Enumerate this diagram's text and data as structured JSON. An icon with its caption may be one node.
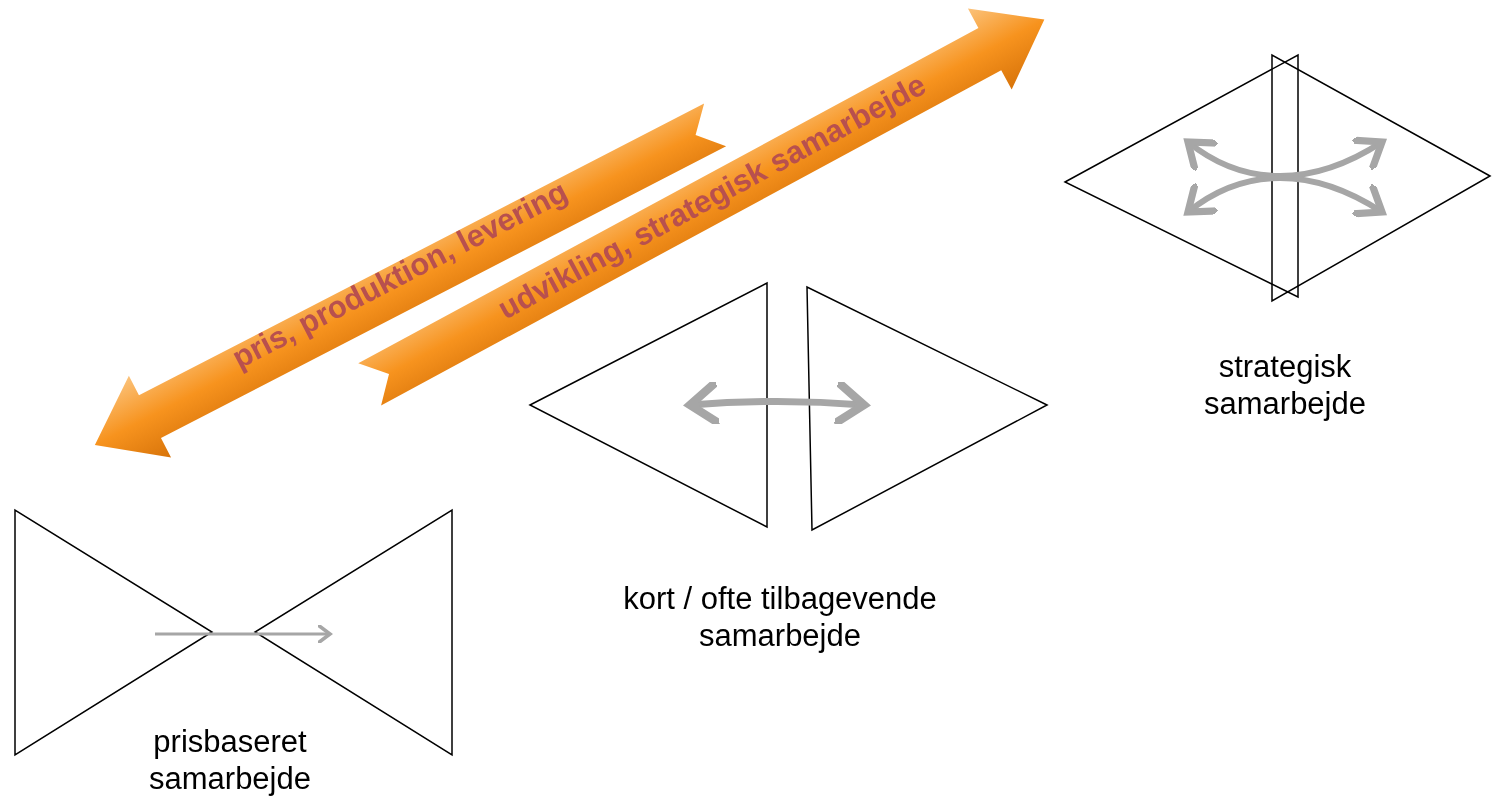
{
  "diagram": {
    "labels": [
      "pris, produktion, levering",
      "udvikling, strategisk samarbejde",
      "strategisk samarbejde",
      "kort / ofte tilbagevende samarbejde",
      "prisbaseret samarbejde"
    ]
  }
}
